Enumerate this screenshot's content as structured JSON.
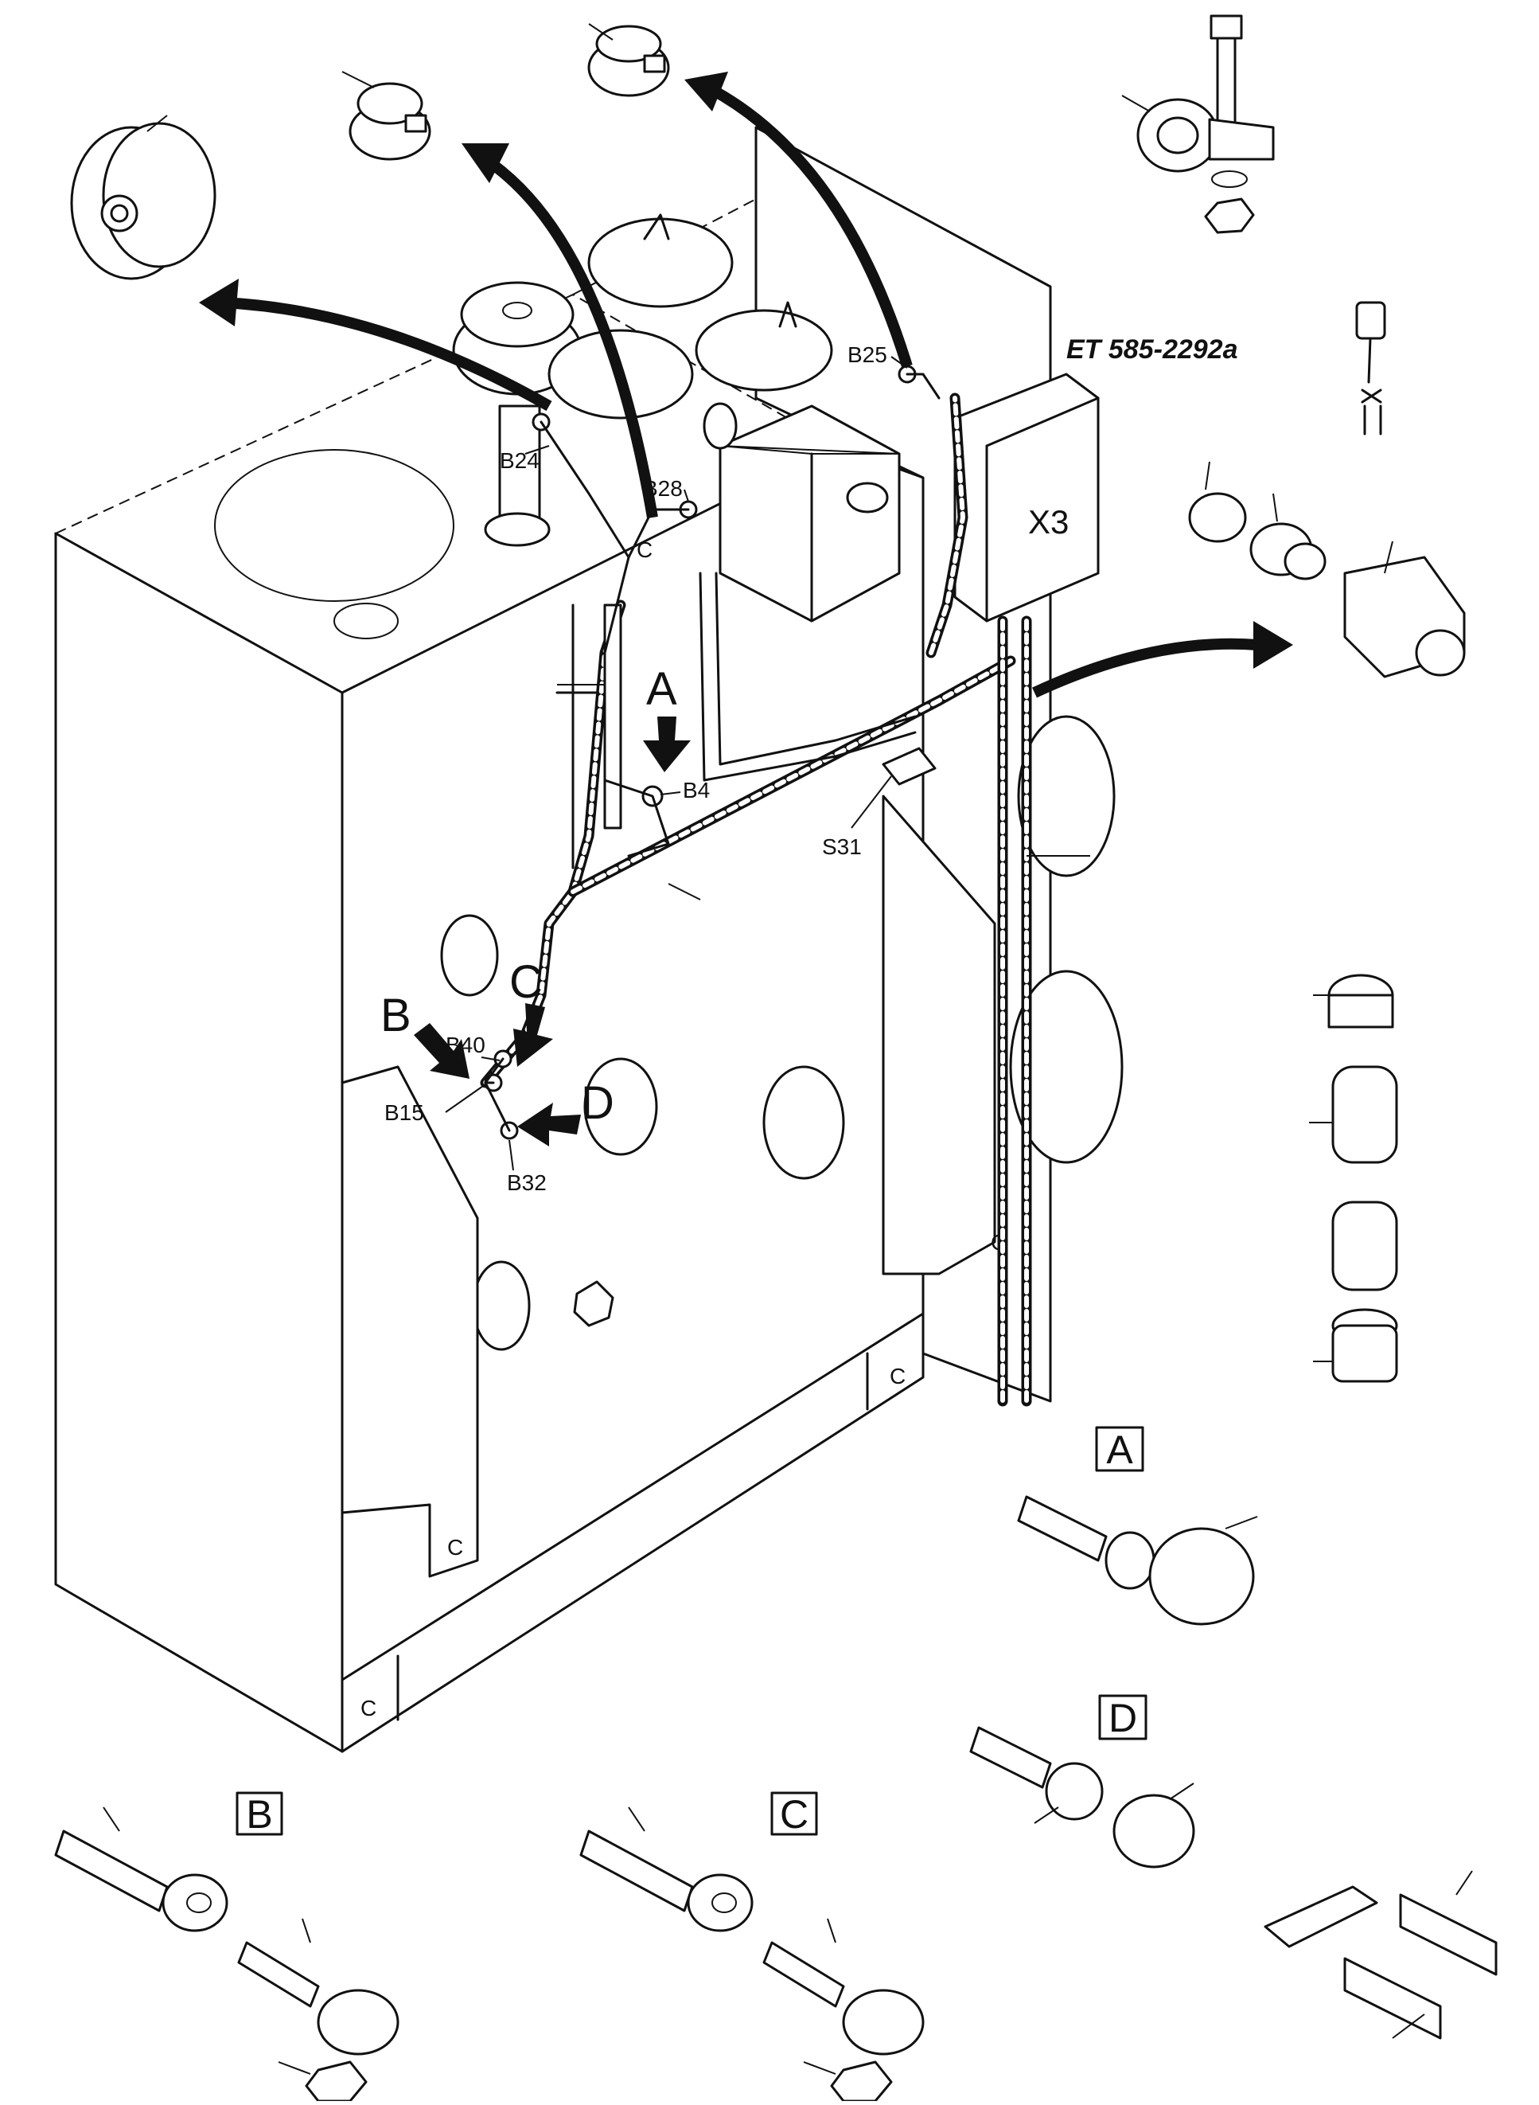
{
  "document": {
    "reference": "ET 585-2292a"
  },
  "component_labels": {
    "x3": "X3",
    "b24": "B24",
    "b28": "B28",
    "b25": "B25",
    "b4": "B4",
    "s31": "S31",
    "b40": "B40",
    "b15": "B15",
    "b32": "B32"
  },
  "callout_letters": {
    "a": "A",
    "b": "B",
    "c": "C",
    "d": "D"
  },
  "detail_views": {
    "a": "A",
    "b": "B",
    "c": "C",
    "d": "D"
  }
}
